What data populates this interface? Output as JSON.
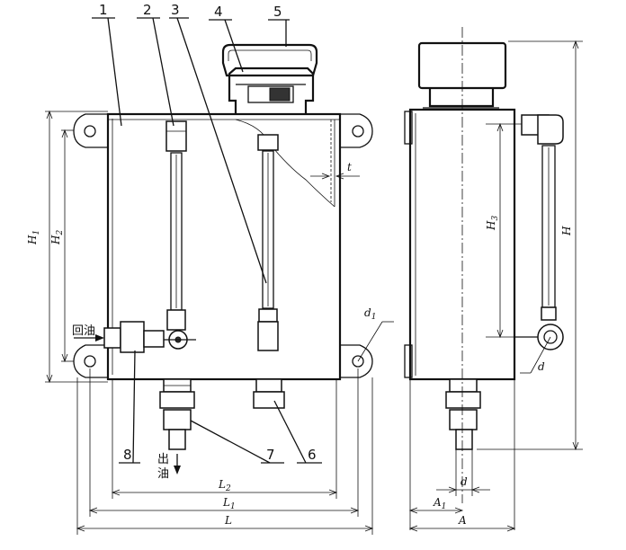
{
  "part_numbers": [
    "1",
    "2",
    "3",
    "4",
    "5",
    "6",
    "7",
    "8"
  ],
  "dimensions": {
    "H1": "H",
    "H1_sub": "1",
    "H2": "H",
    "H2_sub": "2",
    "H3": "H",
    "H3_sub": "3",
    "H": "H",
    "t": "t",
    "d1": "d",
    "d1_sub": "1",
    "d_side": "d",
    "d_bottom": "d",
    "L2": "L",
    "L2_sub": "2",
    "L1": "L",
    "L1_sub": "1",
    "L": "L",
    "A1": "A",
    "A1_sub": "1",
    "A": "A"
  },
  "labels": {
    "return_oil": "回油",
    "outlet_oil_1": "出",
    "outlet_oil_2": "油"
  }
}
